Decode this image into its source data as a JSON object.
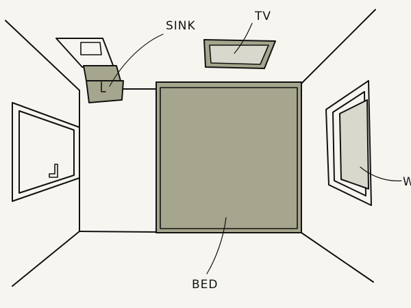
{
  "labels": {
    "sink": "SINK",
    "tv": "TV",
    "bed": "BED",
    "window": "W"
  },
  "colors": {
    "paper": "#f6f5f0",
    "furniture": "#a6a58d",
    "window_glass": "#d9d8cd",
    "line": "#111111"
  }
}
